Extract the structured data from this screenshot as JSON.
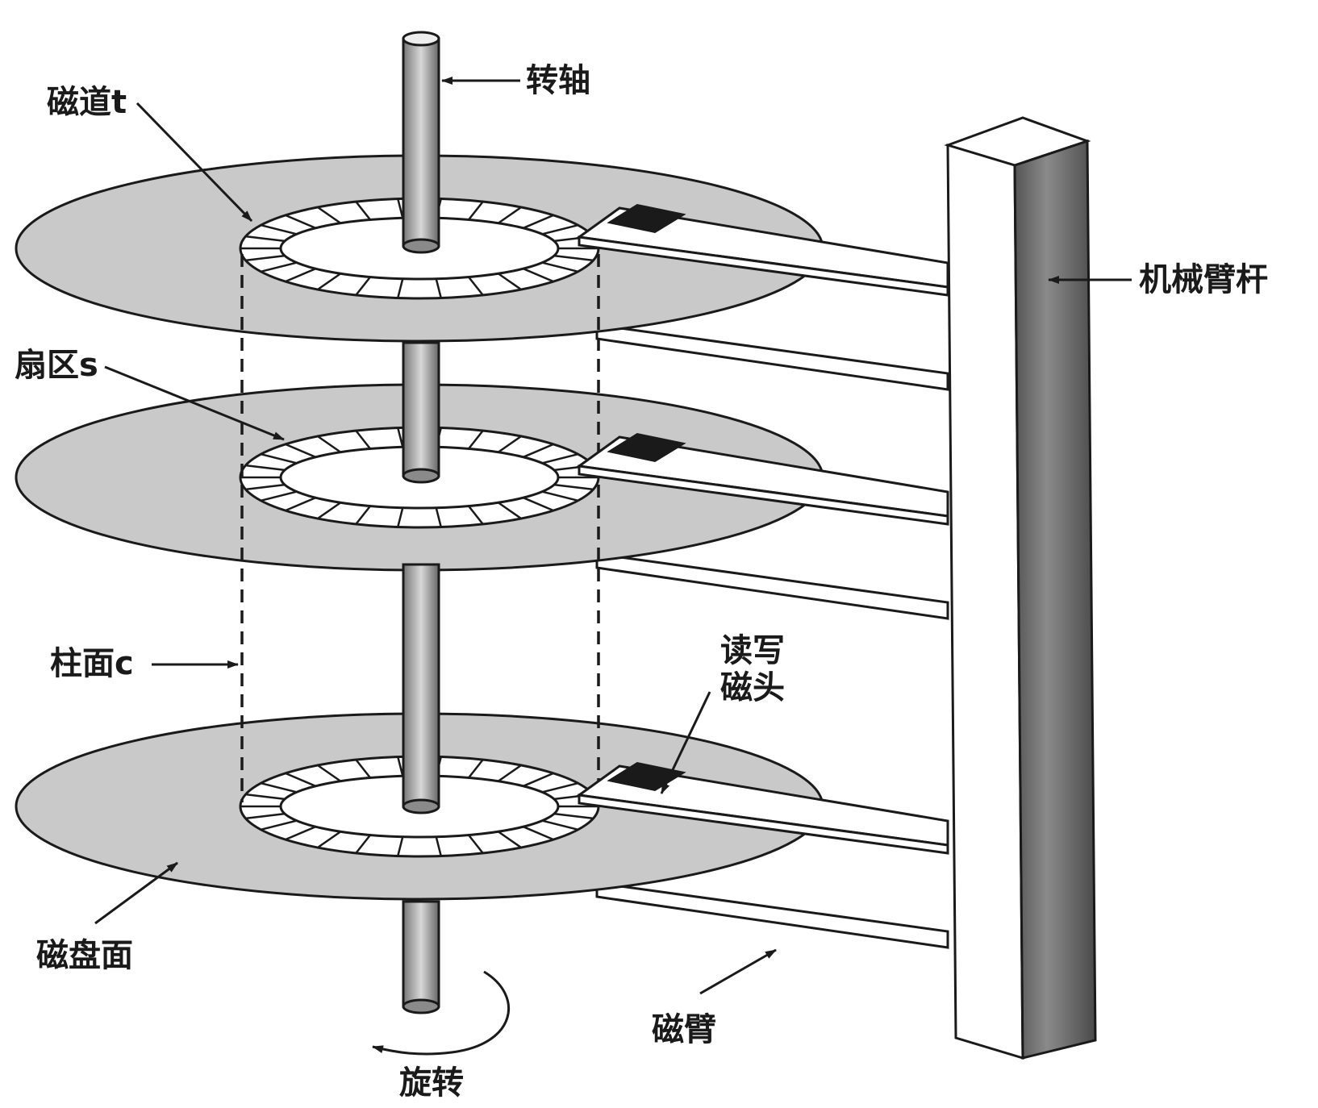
{
  "labels": {
    "spindle": "转轴",
    "track": "磁道t",
    "sector": "扇区s",
    "cylinder": "柱面c",
    "platter_surface": "磁盘面",
    "rotation": "旋转",
    "arm_assembly": "机械臂杆",
    "rw_head_line1": "读写",
    "rw_head_line2": "磁头",
    "arm": "磁臂"
  },
  "colors": {
    "platter": "#c9c9c9",
    "line": "#1a1a1a",
    "head": "#1a1a1a",
    "background": "#ffffff"
  }
}
